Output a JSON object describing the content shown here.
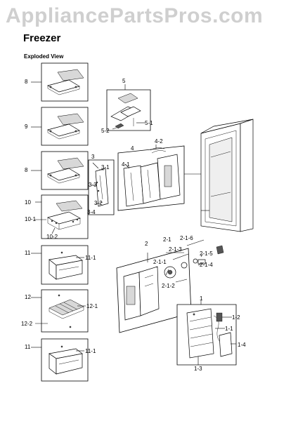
{
  "watermark": "AppliancePartsPros.com",
  "title": "Freezer",
  "subtitle": "Exploded View",
  "labels": {
    "shelf_top": "8",
    "shelf_2": "9",
    "shelf_3": "8",
    "drawer_cover": "10",
    "drawer_cover_1": "10-1",
    "drawer_cover_2": "10-2",
    "bin_1": "11",
    "bin_1_1": "11-1",
    "tray": "12",
    "tray_1": "12-1",
    "tray_2": "12-2",
    "bin_2": "11",
    "bin_2_1": "11-1",
    "bracket": "5",
    "bracket_1": "5-1",
    "bracket_2": "5-2",
    "duct": "3",
    "duct_1": "3-1",
    "duct_2": "3-2",
    "duct_3": "3-3",
    "duct_4": "3-4",
    "cover": "4",
    "cover_1": "4-1",
    "cover_2": "4-2",
    "evap_cover": "2",
    "evap_cover_1": "2-1",
    "evap_cover_1_3": "2-1-3",
    "evap_cover_1_6": "2-1-6",
    "evap_cover_1_5": "2-1-5",
    "evap_cover_1_4": "2-1-4",
    "evap_cover_1_1": "2-1-1",
    "evap_cover_2": "2-1-2",
    "evaporator": "1",
    "evaporator_2": "1-2",
    "evaporator_1": "1-1",
    "evaporator_4": "1-4",
    "evaporator_3": "1-3"
  }
}
